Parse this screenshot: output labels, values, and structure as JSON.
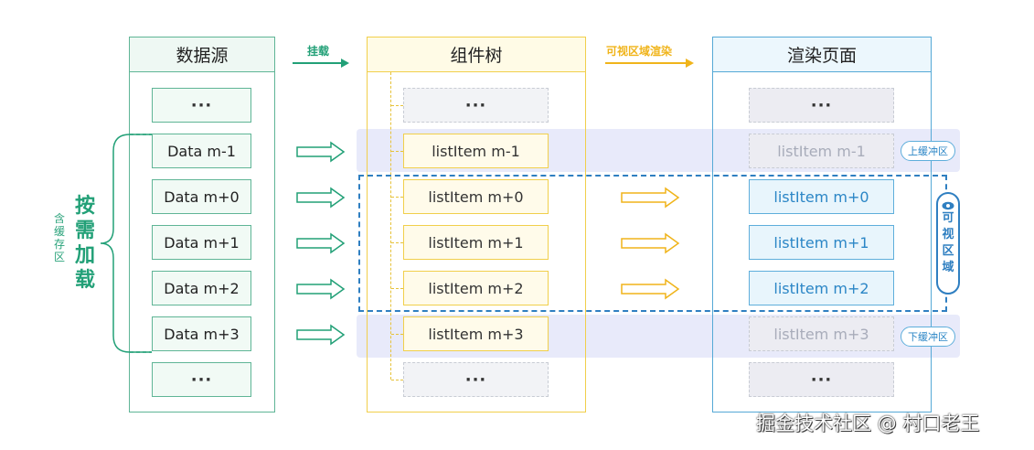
{
  "columns": {
    "data_source": "数据源",
    "component_tree": "组件树",
    "render_page": "渲染页面"
  },
  "arrows": {
    "mount": "挂载",
    "visible_render": "可视区域渲染"
  },
  "ellipsis": "···",
  "data_items": [
    "Data m-1",
    "Data m+0",
    "Data m+1",
    "Data m+2",
    "Data m+3"
  ],
  "tree_items": [
    "listItem m-1",
    "listItem m+0",
    "listItem m+1",
    "listItem m+2",
    "listItem m+3"
  ],
  "render_items": [
    "listItem m-1",
    "listItem m+0",
    "listItem m+1",
    "listItem m+2",
    "listItem m+3"
  ],
  "buffer": {
    "top": "上缓冲区",
    "bottom": "下缓冲区"
  },
  "visible_area": {
    "icon": "eye-icon",
    "label": "可视区域"
  },
  "left_label": {
    "small": "含缓存区",
    "big": "按需加载"
  },
  "watermark": "掘金技术社区 @ 村口老王",
  "colors": {
    "green": "#22a077",
    "yellow": "#f1cf4b",
    "blue": "#2f7fc1",
    "buffer_band": "#dfe2f7"
  }
}
